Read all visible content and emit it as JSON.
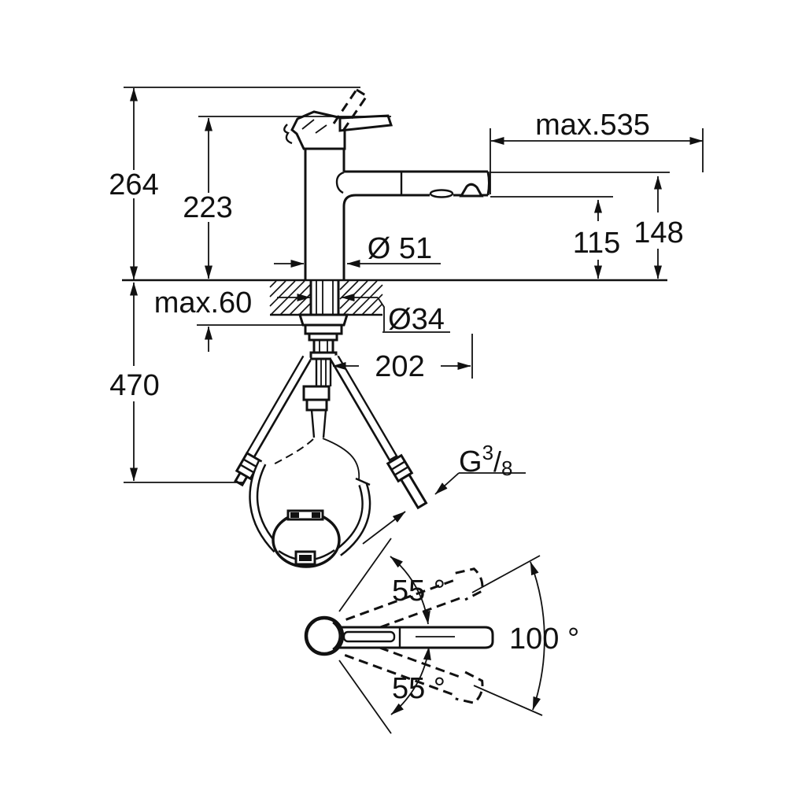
{
  "drawing": {
    "side_view": {
      "overall_height": "264",
      "spout_pivot_height": "223",
      "pullout_hose_max": "max.535",
      "spout_top_height": "148",
      "aerator_height": "115",
      "body_diameter": "Ø 51",
      "deck_max_thickness": "max.60",
      "mounting_hole_diameter": "Ø34",
      "spout_reach": "202",
      "under_deck_clearance": "470",
      "supply_thread": {
        "g": "G",
        "numerator": "3",
        "slash": "/",
        "denominator": "8"
      }
    },
    "top_view": {
      "handle_angle_upper": "55 °",
      "handle_total_swing": "100 °",
      "handle_angle_lower": "55 °"
    }
  }
}
